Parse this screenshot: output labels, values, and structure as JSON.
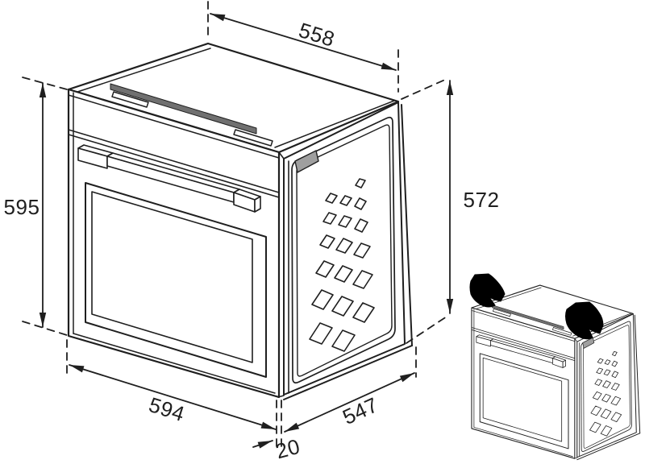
{
  "figure": {
    "subject": "built-in-oven-installation-dimension-drawing",
    "dimensions": {
      "top_width": "558",
      "front_height": "595",
      "rear_height": "572",
      "front_width": "594",
      "body_depth": "547",
      "door_protrusion": "20"
    },
    "colors": {
      "line": "#1f1f1f",
      "background": "#ffffff",
      "door_top_shade": "#707070",
      "vent_tab_shade": "#9f9f9f",
      "mitt_fill": "#000000"
    }
  }
}
